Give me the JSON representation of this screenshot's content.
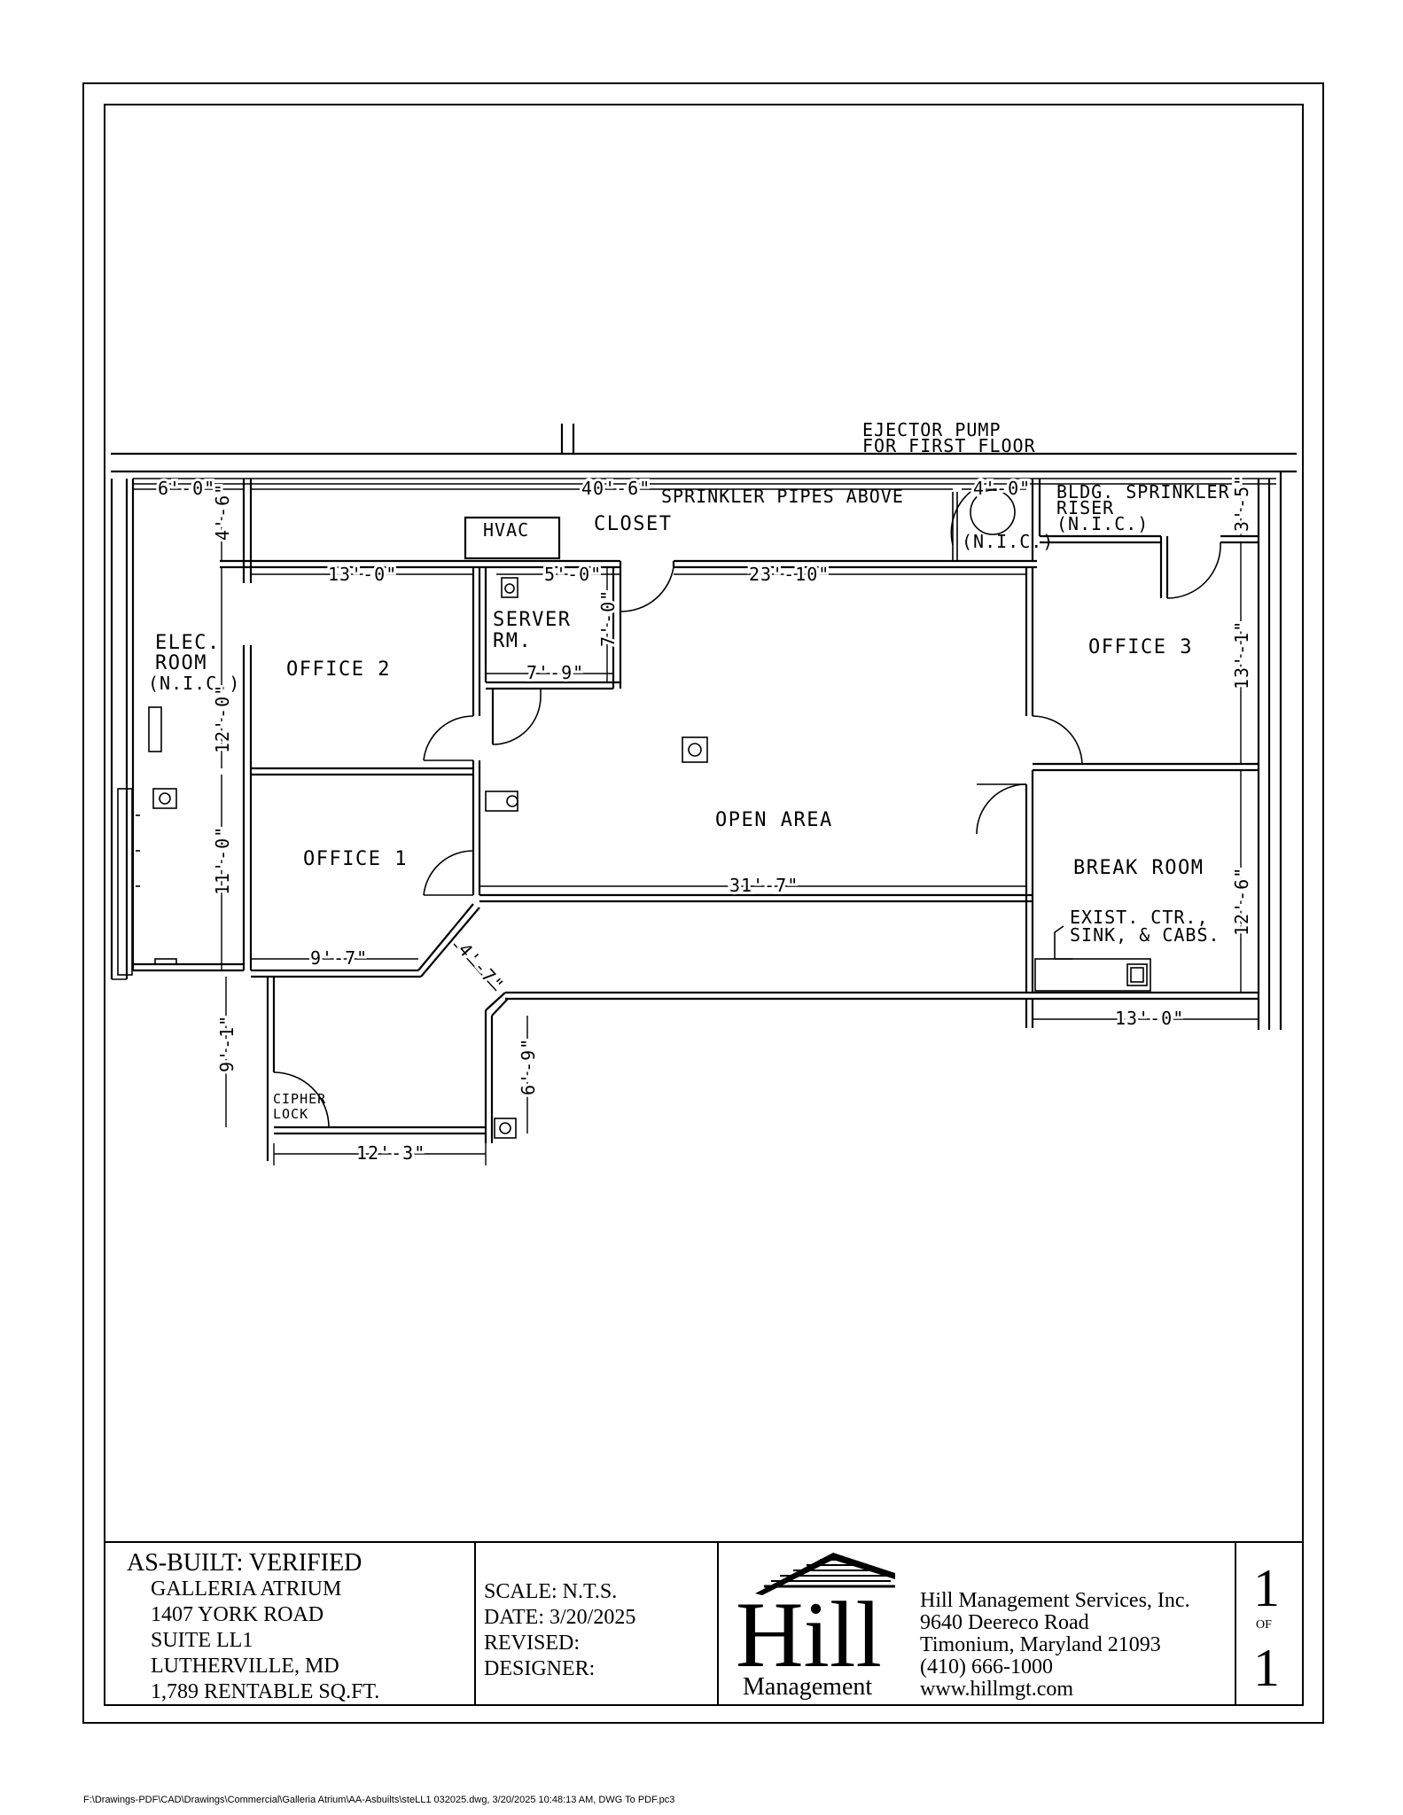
{
  "floor_plan": {
    "labels": {
      "ejector_pump": [
        "EJECTOR PUMP",
        "FOR FIRST FLOOR"
      ],
      "sprinkler_pipes": "SPRINKLER PIPES ABOVE",
      "hvac": "HVAC",
      "closet": "CLOSET",
      "bldg_sprinkler": [
        "BLDG. SPRINKLER",
        "RISER",
        "(N.I.C.)"
      ],
      "nic_small": "(N.I.C.)",
      "server_room": [
        "SERVER",
        "RM."
      ],
      "elec_room": [
        "ELEC.",
        "ROOM",
        "(N.I.C.)"
      ],
      "office_2": "OFFICE 2",
      "office_1": "OFFICE 1",
      "office_3": "OFFICE 3",
      "open_area": "OPEN AREA",
      "break_room": "BREAK ROOM",
      "exist_ctr": [
        "EXIST. CTR.,",
        "SINK, & CABS."
      ],
      "cipher_lock": [
        "CIPHER",
        "LOCK"
      ]
    },
    "dimensions": {
      "d_6_0": "6'-0\"",
      "d_40_6": "40'-6\"",
      "d_4_0": "4'-0\"",
      "d_4_6": "4'-6\"",
      "d_3_5": "3'-5\"",
      "d_13_0_top": "13'-0\"",
      "d_5_0": "5'-0\"",
      "d_23_10": "23'-10\"",
      "d_7_0": "7'-0\"",
      "d_7_9": "7'-9\"",
      "d_12_0": "12'-0\"",
      "d_13_1": "13'-1\"",
      "d_11_0": "11'-0\"",
      "d_31_7": "31'-7\"",
      "d_12_6": "12'-6\"",
      "d_9_7": "9'-7\"",
      "d_4_7": "4'-7\"",
      "d_13_0_bottom": "13'-0\"",
      "d_9_1": "9'-1\"",
      "d_6_9": "6'-9\"",
      "d_12_3": "12'-3\""
    }
  },
  "title_block": {
    "heading": "AS-BUILT: VERIFIED",
    "project_lines": [
      "GALLERIA ATRIUM",
      "1407 YORK ROAD",
      "SUITE  LL1",
      "LUTHERVILLE, MD",
      "1,789 RENTABLE SQ.FT."
    ],
    "scale": "SCALE: N.T.S.",
    "date": "DATE: 3/20/2025",
    "revised": "REVISED:",
    "designer": "DESIGNER:",
    "logo_text": "Hill",
    "logo_sub": "Management",
    "company_lines": [
      "Hill Management Services, Inc.",
      "9640 Deereco Road",
      "Timonium, Maryland  21093",
      "(410) 666-1000",
      "www.hillmgt.com"
    ],
    "sheet_number": "1",
    "sheet_of": "OF",
    "sheet_total": "1"
  },
  "footer": "F:\\Drawings-PDF\\CAD\\Drawings\\Commercial\\Galleria Atrium\\AA-Asbuilts\\steLL1 032025.dwg, 3/20/2025 10:48:13 AM, DWG To PDF.pc3"
}
